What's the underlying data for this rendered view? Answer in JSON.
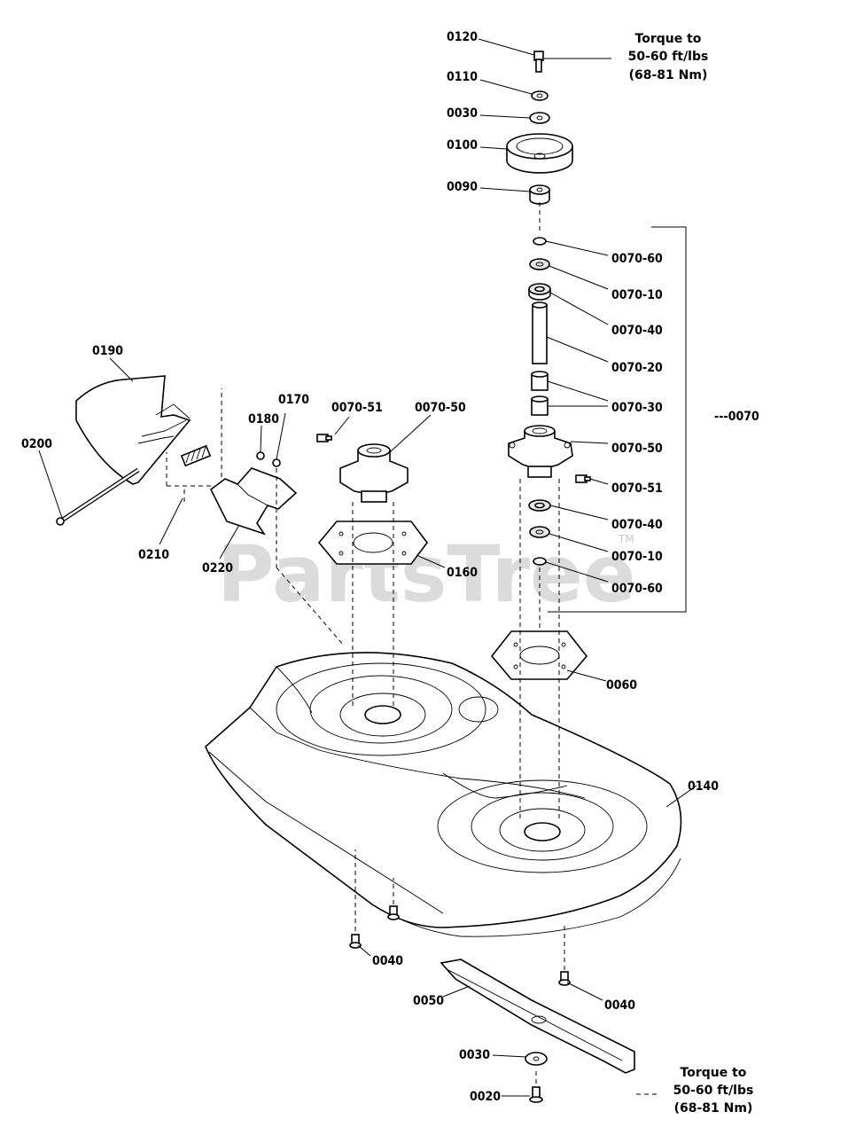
{
  "diagram": {
    "watermark": "PartsTree",
    "watermark_mark": "TM",
    "torque_notes": [
      {
        "line1": "Torque to",
        "line2": "50-60 ft/lbs",
        "line3": "(68-81 Nm)"
      },
      {
        "line1": "Torque to",
        "line2": "50-60 ft/lbs",
        "line3": "(68-81 Nm)"
      }
    ],
    "labels": {
      "p0120": "0120",
      "p0110": "0110",
      "p0030_top": "0030",
      "p0100": "0100",
      "p0090": "0090",
      "p0070_60_top": "0070-60",
      "p0070_10_top": "0070-10",
      "p0070_40_top": "0070-40",
      "p0070_20": "0070-20",
      "p0070_30": "0070-30",
      "p0070_50_right": "0070-50",
      "p0070_51_right": "0070-51",
      "p0070_40_bot": "0070-40",
      "p0070_10_bot": "0070-10",
      "p0070_60_bot": "0070-60",
      "p0070": "---0070",
      "p0190": "0190",
      "p0200": "0200",
      "p0180": "0180",
      "p0170": "0170",
      "p0070_51_left": "0070-51",
      "p0070_50_left": "0070-50",
      "p0210": "0210",
      "p0220": "0220",
      "p0160": "0160",
      "p0060": "0060",
      "p0140": "0140",
      "p0040_left": "0040",
      "p0040_right": "0040",
      "p0050": "0050",
      "p0030_bot": "0030",
      "p0020": "0020"
    }
  }
}
